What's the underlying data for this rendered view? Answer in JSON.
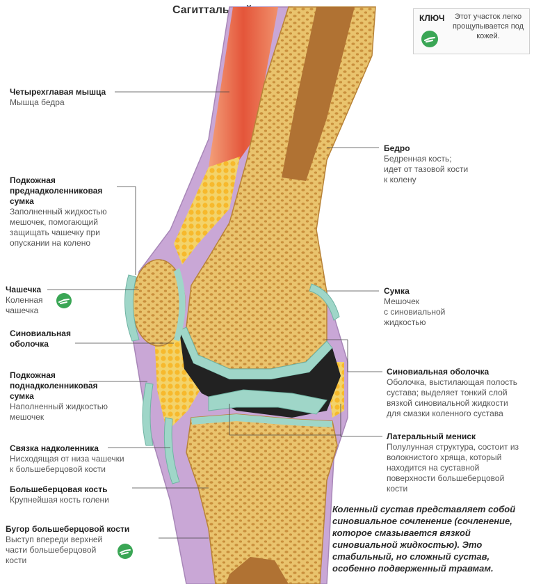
{
  "title": "Сагиттальный разрез колена",
  "key": {
    "label": "КЛЮЧ",
    "text": "Этот участок легко прощупывается под кожей.",
    "icon": "hand-touch-icon"
  },
  "labels": {
    "quadriceps": {
      "heading": "Четырехглавая мышца",
      "desc": "Мышца бедра"
    },
    "prepatellar": {
      "heading": "Подкожная\nпреднадколенниковая\nсумка",
      "desc": "Заполненный жидкостью\nмешочек, помогающий\nзащищать чашечку при\nопускании на колено"
    },
    "patella": {
      "heading": "Чашечка",
      "desc": "Коленная\nчашечка"
    },
    "synovial_left": {
      "heading": "Синовиальная\nоболочка",
      "desc": ""
    },
    "infrapatellar": {
      "heading": "Подкожная\nподнадколенниковая\nсумка",
      "desc": "Наполненный жидкостью\nмешочек"
    },
    "patellar_ligament": {
      "heading": "Связка надколенника",
      "desc": "Нисходящая от низа чашечки\nк большеберцовой кости"
    },
    "tibia": {
      "heading": "Большеберцовая кость",
      "desc": "Крупнейшая кость голени"
    },
    "tuberosity": {
      "heading": "Бугор большеберцовой кости",
      "desc": "Выступ впереди верхней\nчасти большеберцовой\nкости"
    },
    "femur": {
      "heading": "Бедро",
      "desc": "Бедренная кость;\nидет от тазовой кости\nк колену"
    },
    "bursa": {
      "heading": "Сумка",
      "desc": "Мешочек\nс синовиальной\nжидкостью"
    },
    "synovial_right": {
      "heading": "Синовиальная оболочка",
      "desc": "Оболочка, выстилающая полость\nсустава; выделяет тонкий слой\nвязкой синовиальной жидкости\nдля смазки коленного сустава"
    },
    "meniscus": {
      "heading": "Латеральный мениск",
      "desc": "Полулунная структура, состоит из\nволокнистого хряща, который\nнаходится на суставной\nповерхности большеберцовой\nкости"
    }
  },
  "note": "Коленный сустав представляет собой синовиальное сочленение (сочленение, которое смазывается вязкой синовиальной жидкостью). Это стабильный, но сложный сустав, особенно подверженный травмам.",
  "colors": {
    "bone": "#eccd78",
    "marrow": "#c7893a",
    "cartilage": "#9fd6c8",
    "muscle": "#e05a3a",
    "fat": "#f6c23c",
    "membrane": "#c9a7d6",
    "cavity": "#222222",
    "key_green": "#3aa655"
  }
}
